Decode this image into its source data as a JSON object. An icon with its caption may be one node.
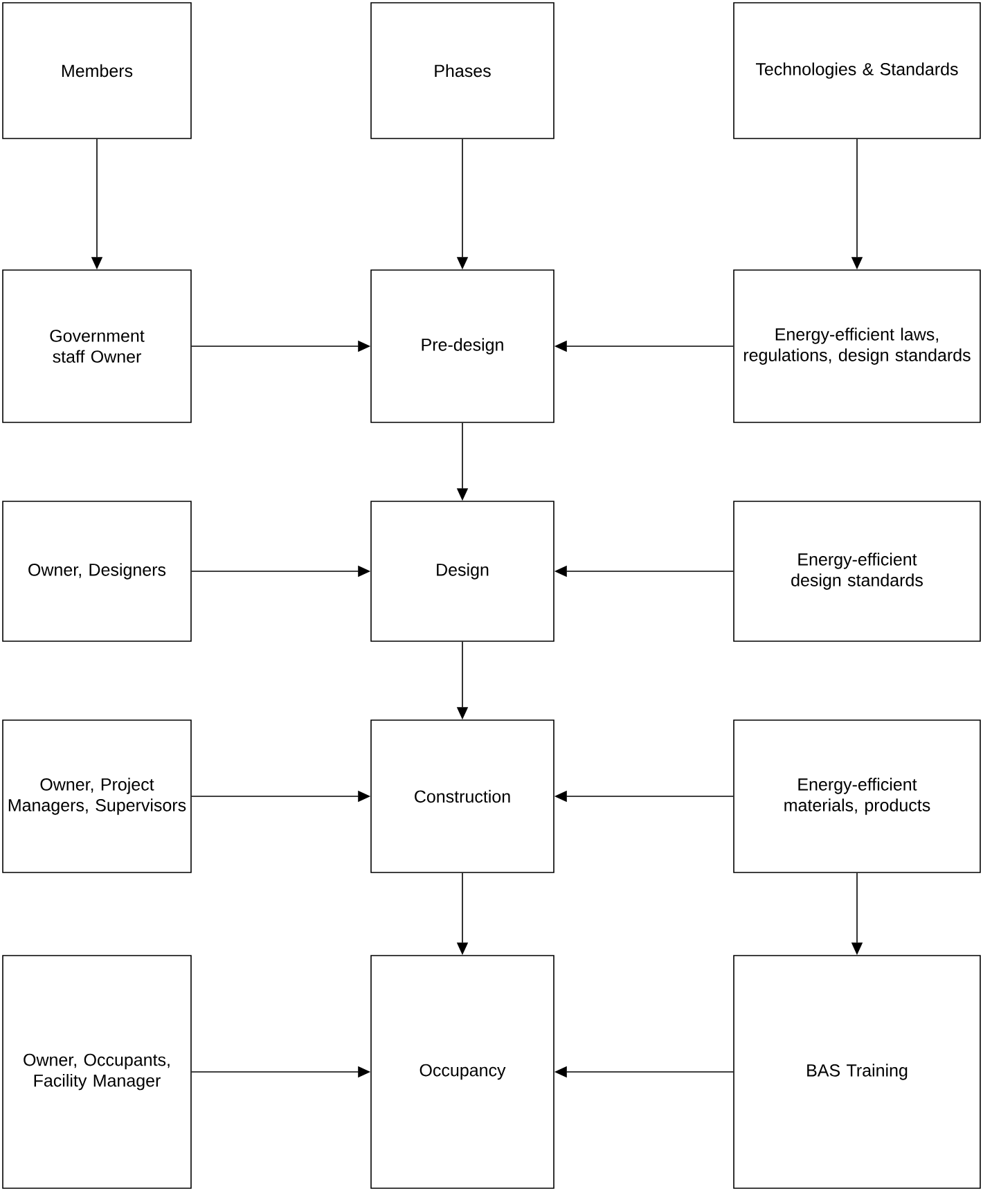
{
  "diagram": {
    "nodes": [
      {
        "text": [
          "Members"
        ]
      },
      {
        "text": [
          "Phases"
        ]
      },
      {
        "text": [
          "Technologies & Standards"
        ]
      },
      {
        "text": [
          "Government staff Owner"
        ]
      },
      {
        "text": [
          "Pre-design"
        ]
      },
      {
        "text": [
          "Energy-efficient laws, regulations, design standards"
        ]
      },
      {
        "text": [
          "Owner, Designers"
        ]
      },
      {
        "text": [
          "Design"
        ]
      },
      {
        "text": [
          "Energy-efficient design standards"
        ]
      },
      {
        "text": [
          "Owner, Project Managers, Supervisors"
        ]
      },
      {
        "text": [
          "Construction"
        ]
      },
      {
        "text": [
          "Energy-efficient materials, products"
        ]
      },
      {
        "text": [
          "Owner, Occupants, Facility Manager"
        ]
      },
      {
        "text": [
          "Occupancy"
        ]
      },
      {
        "text": [
          "BAS Training"
        ]
      }
    ],
    "edges": [
      {
        "from": 0,
        "to": 3,
        "arrow": "to"
      },
      {
        "from": 1,
        "to": 4,
        "arrow": "to"
      },
      {
        "from": 2,
        "to": 5,
        "arrow": "to"
      },
      {
        "from": 3,
        "to": 4,
        "arrow": "to"
      },
      {
        "from": 5,
        "to": 4,
        "arrow": "to"
      },
      {
        "from": 4,
        "to": 7,
        "arrow": "to"
      },
      {
        "from": 6,
        "to": 7,
        "arrow": "to"
      },
      {
        "from": 8,
        "to": 7,
        "arrow": "to"
      },
      {
        "from": 7,
        "to": 10,
        "arrow": "to"
      },
      {
        "from": 9,
        "to": 10,
        "arrow": "to"
      },
      {
        "from": 11,
        "to": 10,
        "arrow": "to"
      },
      {
        "from": 10,
        "to": 13,
        "arrow": "to"
      },
      {
        "from": 11,
        "to": 14,
        "arrow": "to"
      },
      {
        "from": 12,
        "to": 13,
        "arrow": "to"
      },
      {
        "from": 14,
        "to": 13,
        "arrow": "to"
      }
    ]
  }
}
